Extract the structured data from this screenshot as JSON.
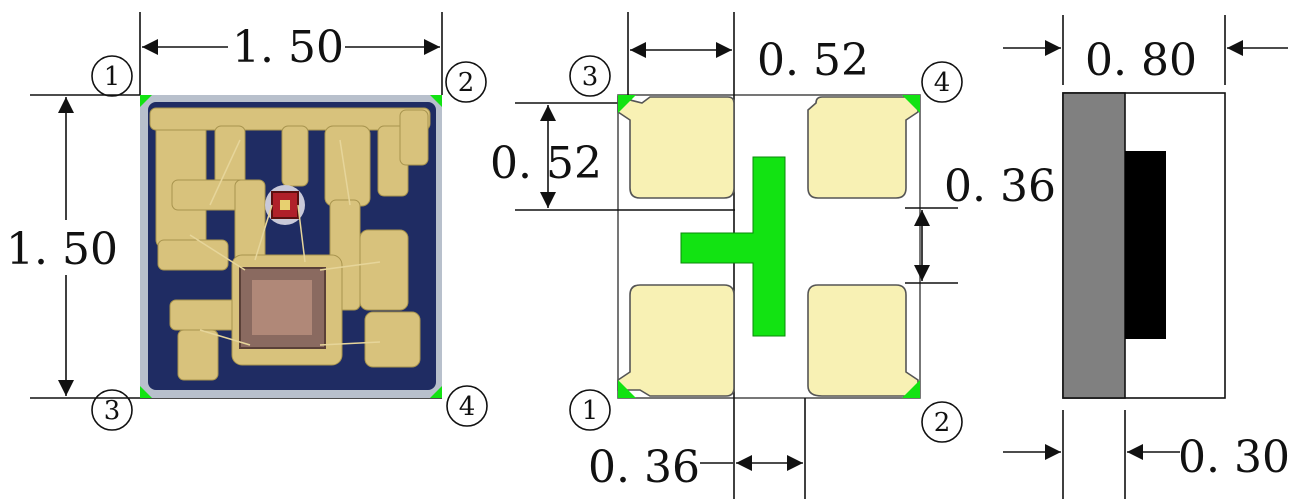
{
  "views": {
    "photo": {
      "width_label": "1. 50",
      "height_label": "1. 50",
      "pins": [
        "1",
        "2",
        "3",
        "4"
      ]
    },
    "footprint": {
      "top_width_label": "0. 52",
      "left_height_label": "0. 52",
      "right_gap_label": "0. 36",
      "bottom_gap_label": "0. 36",
      "pins": [
        "3",
        "4",
        "1",
        "2"
      ]
    },
    "side": {
      "total_width_label": "0. 80",
      "lower_width_label": "0. 30"
    }
  },
  "colors": {
    "pad_fill": "#f8f1b4",
    "pad_stroke": "#555555",
    "green": "#12e312",
    "body_gray": "#808080",
    "body_black": "#000000",
    "photo_gold": "#d8c27c",
    "photo_dark": "#1f2c63",
    "photo_frame": "#b8c0cc"
  }
}
